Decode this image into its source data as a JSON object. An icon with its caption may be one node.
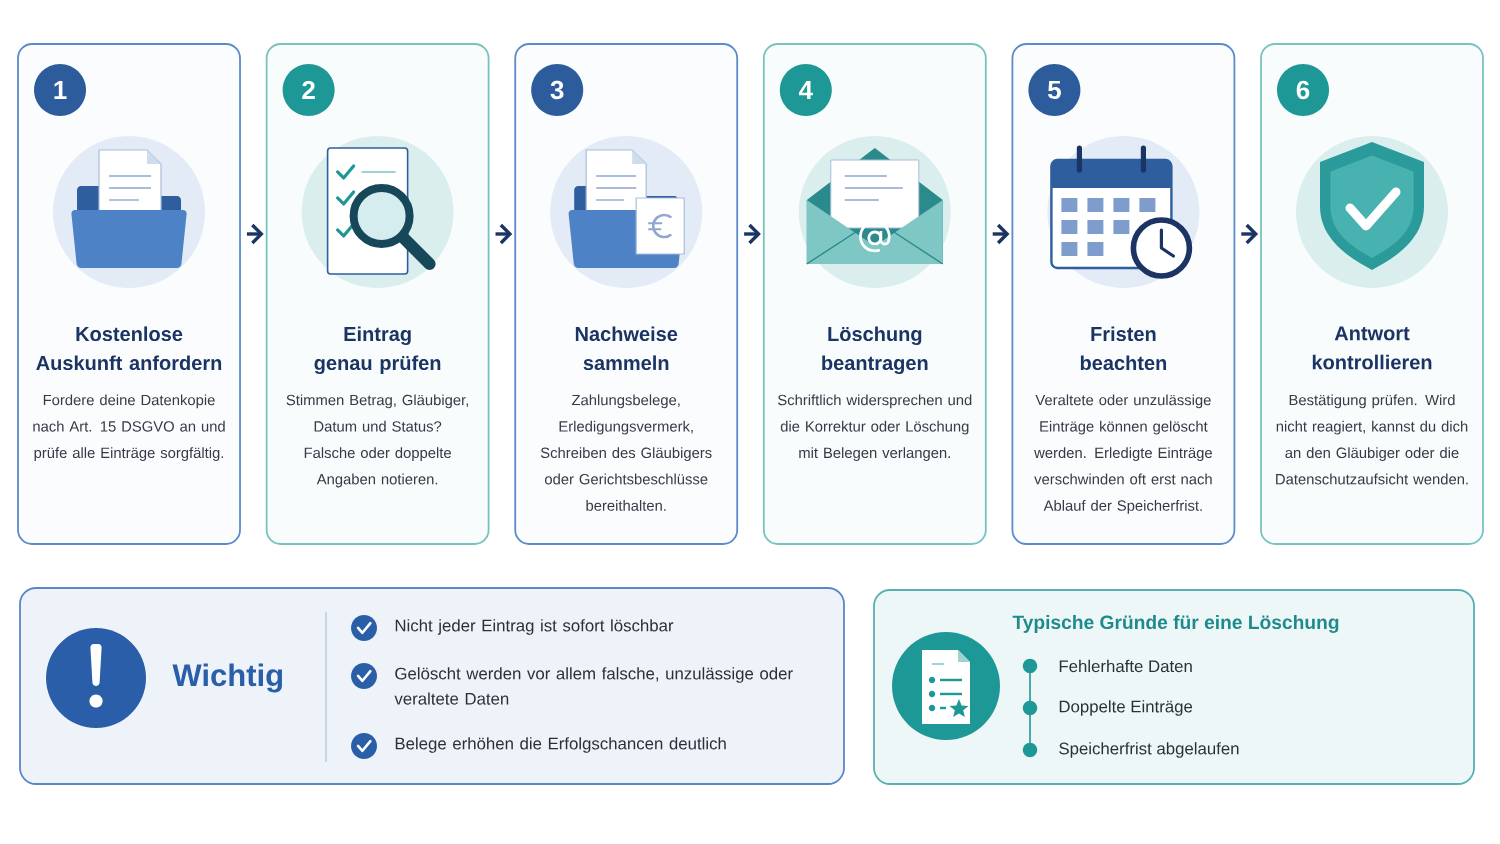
{
  "diagram": {
    "nodes": [
      {
        "text": [
          "Kostenlose Auskunft anfordern",
          "Fordere deine Datenkopie nach Art. 15 DSGVO an und prüfe alle Einträge sorgfältig."
        ]
      },
      {
        "text": [
          "1"
        ],
        "in": 0
      },
      {
        "text": [
          "Eintrag genau prüfen",
          "Stimmen Betrag, Gläubiger, Datum und Status? Falsche oder doppelte Angaben notieren."
        ]
      },
      {
        "text": [
          "2"
        ],
        "in": 2
      },
      {
        "text": [
          "Nachweise sammeln",
          "Zahlungsbelege, Erledigungsvermerk, Schreiben des Gläubigers oder Gerichtsbeschlüsse bereithalten."
        ]
      },
      {
        "text": [
          "3"
        ],
        "in": 4
      },
      {
        "text": [
          "Löschung beantragen",
          "Schriftlich widersprechen und die Korrektur oder Löschung mit Belegen verlangen."
        ]
      },
      {
        "text": [
          "4"
        ],
        "in": 6
      },
      {
        "text": [
          "Fristen beachten",
          "Veraltete oder unzulässige Einträge können gelöscht werden. Erledigte Einträge verschwinden oft erst nach Ablauf der Speicherfrist."
        ]
      },
      {
        "text": [
          "5"
        ],
        "in": 8
      },
      {
        "text": [
          "Antwort kontrollieren",
          "Bestätigung prüfen. Wird nicht reagiert, kannst du dich an den Gläubiger oder die Datenschutzaufsicht wenden."
        ]
      },
      {
        "text": [
          "6"
        ],
        "in": 10
      },
      {
        "text": [
          "Wichtig",
          "Nicht jeder Eintrag ist sofort löschbar",
          "Gelöscht werden vor allem falsche, unzulässige oder veraltete Daten",
          "Belege erhöhen die Erfolgschancen deutlich"
        ]
      },
      {
        "text": [
          "Typische Gründe für eine Löschung",
          "Fehlerhafte Daten",
          "Doppelte Einträge",
          "Speicherfrist abgelaufen"
        ]
      }
    ],
    "edges": [
      {
        "from": 0,
        "to": 2,
        "arrow": "to"
      },
      {
        "from": 2,
        "to": 4,
        "arrow": "to"
      },
      {
        "from": 4,
        "to": 6,
        "arrow": "to"
      },
      {
        "from": 6,
        "to": 8,
        "arrow": "to"
      },
      {
        "from": 8,
        "to": 10,
        "arrow": "to"
      }
    ]
  }
}
